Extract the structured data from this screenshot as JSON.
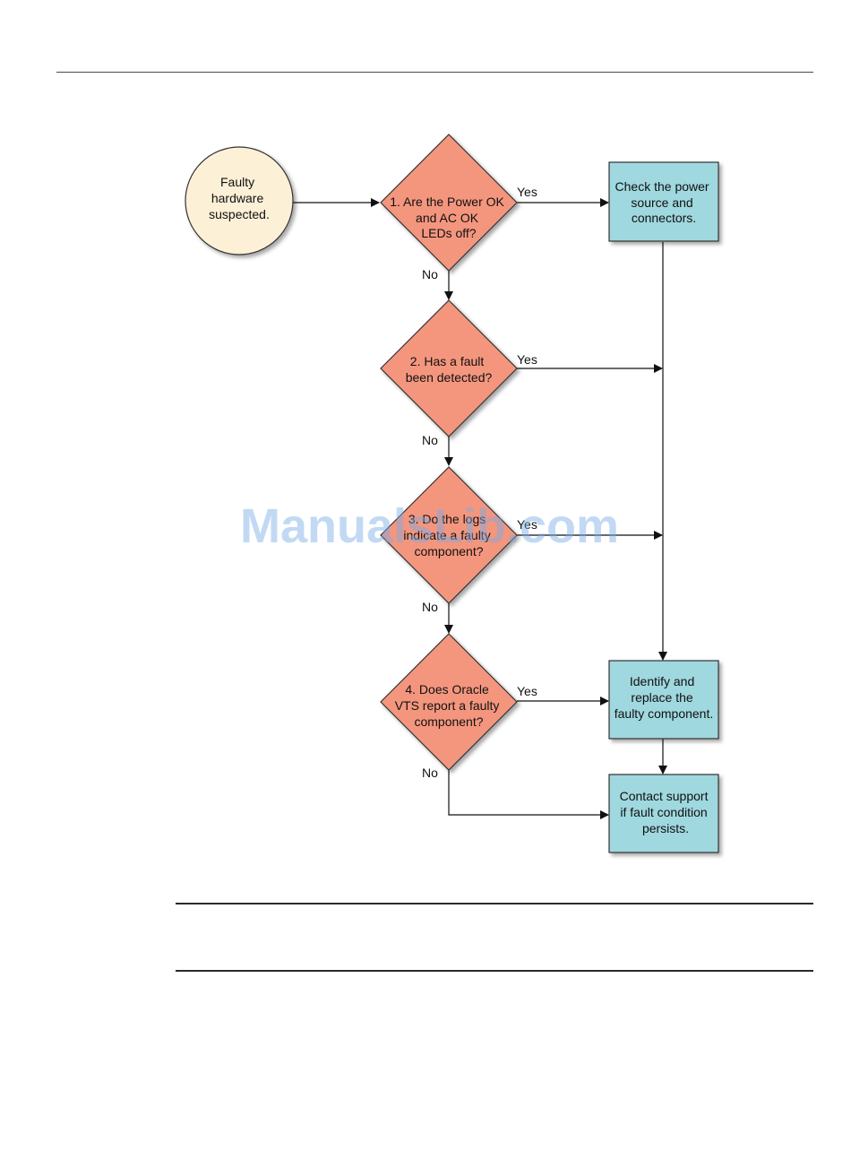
{
  "nodes": {
    "start": [
      "Faulty",
      "hardware",
      "suspected."
    ],
    "q1": [
      "1. Are the Power OK",
      "and AC OK",
      "LEDs off?"
    ],
    "q2": [
      "2. Has a fault",
      "been detected?"
    ],
    "q3": [
      "3. Do the logs",
      "indicate a faulty",
      "component?"
    ],
    "q4": [
      "4. Does Oracle",
      "VTS report a faulty",
      "component?"
    ],
    "check_power": [
      "Check the power",
      "source and",
      "connectors."
    ],
    "identify": [
      "Identify and",
      "replace the",
      "faulty component."
    ],
    "contact": [
      "Contact support",
      "if fault condition",
      "persists."
    ]
  },
  "edges": {
    "yes": "Yes",
    "no": "No"
  },
  "colors": {
    "start_fill": "#fcf0d6",
    "decision_fill": "#f4967e",
    "process_fill": "#9fd8de",
    "stroke": "#333333"
  },
  "watermark": "ManualsLib.com"
}
